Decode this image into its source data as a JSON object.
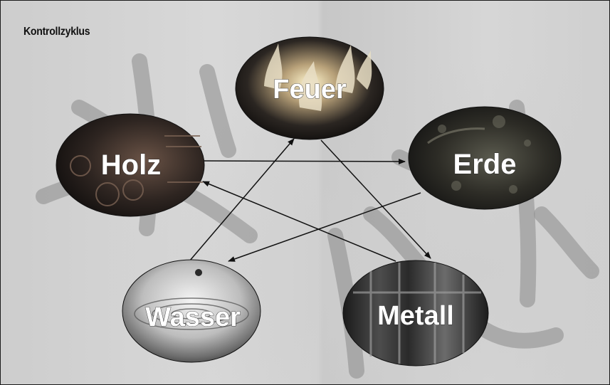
{
  "diagram": {
    "title": "Kontrollzyklus",
    "nodes": {
      "feuer": {
        "label": "Feuer",
        "image": "flames"
      },
      "holz": {
        "label": "Holz",
        "image": "wood-logs"
      },
      "erde": {
        "label": "Erde",
        "image": "soil"
      },
      "wasser": {
        "label": "Wasser",
        "image": "water-drop"
      },
      "metall": {
        "label": "Metall",
        "image": "industrial-steel"
      }
    },
    "edges": [
      {
        "from": "Holz",
        "to": "Erde"
      },
      {
        "from": "Erde",
        "to": "Wasser"
      },
      {
        "from": "Wasser",
        "to": "Feuer"
      },
      {
        "from": "Feuer",
        "to": "Metall"
      },
      {
        "from": "Metall",
        "to": "Holz"
      }
    ]
  }
}
